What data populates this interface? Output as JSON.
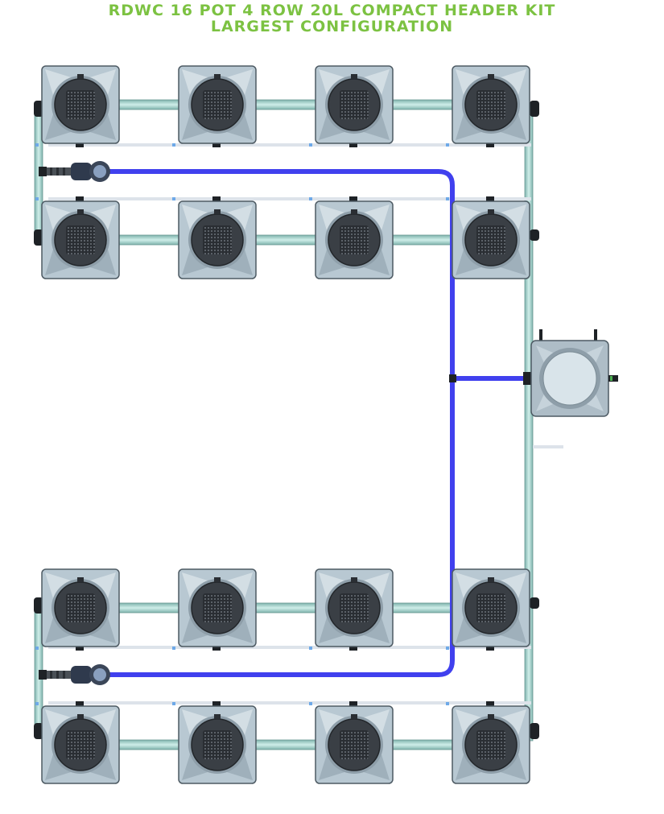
{
  "header": {
    "title_line1": "RDWC 16 POT 4 ROW 20L COMPACT HEADER KIT",
    "title_line2": "LARGEST CONFIGURATION"
  },
  "colors": {
    "title_green": "#7cc242",
    "feed_line_blue": "#4040ee",
    "pot_body": "#b8c8d2",
    "pot_lid": "#3a3f45",
    "pipe": "#a9d4cd",
    "return_line": "#dde3ea",
    "fitting_blue": "#6ea9e8"
  },
  "layout": {
    "rows": 4,
    "pots_per_row": 4,
    "total_pots": 16,
    "pot_size_litres": 20,
    "header_tank_count": 1,
    "pump_count": 2
  },
  "icons": [
    "pot-icon",
    "net-pot-icon",
    "header-tank-icon",
    "pump-icon",
    "pipe-icon",
    "feed-line-icon"
  ]
}
